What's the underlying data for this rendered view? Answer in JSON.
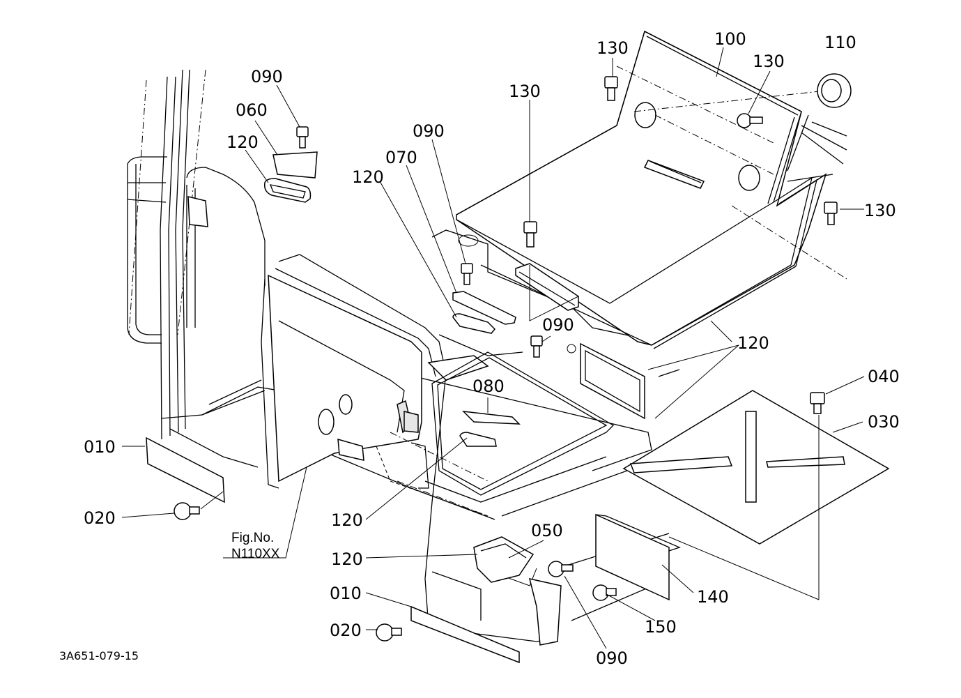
{
  "diagram": {
    "drawing_number": "3A651-079-15",
    "figure_ref": {
      "line1": "Fig.No.",
      "line2": "N110XX"
    },
    "callouts": [
      {
        "id": "c1",
        "label": "090"
      },
      {
        "id": "c2",
        "label": "060"
      },
      {
        "id": "c3",
        "label": "120"
      },
      {
        "id": "c4",
        "label": "120"
      },
      {
        "id": "c5",
        "label": "070"
      },
      {
        "id": "c6",
        "label": "090"
      },
      {
        "id": "c7",
        "label": "130"
      },
      {
        "id": "c8",
        "label": "130"
      },
      {
        "id": "c9",
        "label": "100"
      },
      {
        "id": "c10",
        "label": "130"
      },
      {
        "id": "c11",
        "label": "110"
      },
      {
        "id": "c12",
        "label": "130"
      },
      {
        "id": "c13",
        "label": "090"
      },
      {
        "id": "c14",
        "label": "120"
      },
      {
        "id": "c15",
        "label": "080"
      },
      {
        "id": "c16",
        "label": "040"
      },
      {
        "id": "c17",
        "label": "030"
      },
      {
        "id": "c18",
        "label": "010"
      },
      {
        "id": "c19",
        "label": "020"
      },
      {
        "id": "c20",
        "label": "120"
      },
      {
        "id": "c21",
        "label": "120"
      },
      {
        "id": "c22",
        "label": "050"
      },
      {
        "id": "c23",
        "label": "010"
      },
      {
        "id": "c24",
        "label": "020"
      },
      {
        "id": "c25",
        "label": "090"
      },
      {
        "id": "c26",
        "label": "150"
      },
      {
        "id": "c27",
        "label": "140"
      }
    ]
  }
}
